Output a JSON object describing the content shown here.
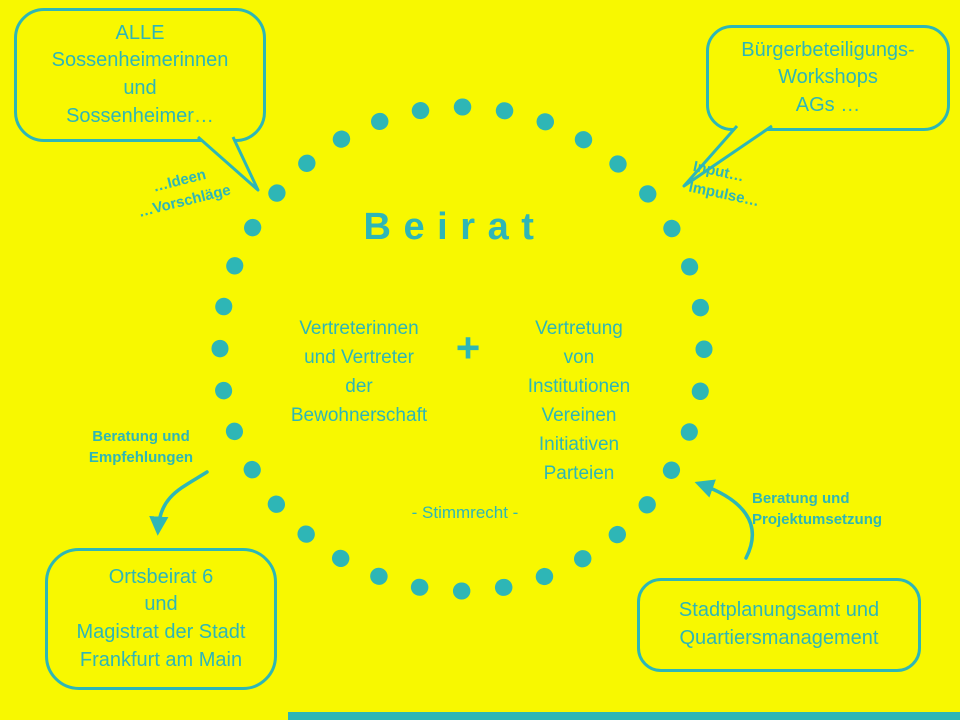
{
  "colors": {
    "background": "#F8F800",
    "teal": "#2EB6B6"
  },
  "bubbles": {
    "top_left": {
      "lines": [
        "ALLE",
        "Sossenheimerinnen",
        "und",
        "Sossenheimer…"
      ]
    },
    "top_right": {
      "lines": [
        "Bürgerbeteiligungs-",
        "Workshops",
        "AGs …"
      ]
    },
    "bottom_left": {
      "lines": [
        "Ortsbeirat 6",
        "und",
        "Magistrat der Stadt",
        "Frankfurt am Main"
      ]
    },
    "bottom_right": {
      "lines": [
        "Stadtplanungsamt und",
        "Quartiersmanagement"
      ]
    }
  },
  "labels": {
    "ideen": {
      "lines": [
        "…Ideen",
        "…Vorschläge"
      ]
    },
    "input": {
      "lines": [
        "Input…",
        "Impulse…"
      ]
    },
    "beratung_links": {
      "lines": [
        "Beratung und",
        "Empfehlungen"
      ]
    },
    "beratung_rechts": {
      "lines": [
        "Beratung und",
        "Projektumsetzung"
      ]
    }
  },
  "circle": {
    "title": "Beirat",
    "left_column": [
      "Vertreterinnen",
      "und Vertreter",
      "der",
      "Bewohnerschaft"
    ],
    "plus": "+",
    "right_column": [
      "Vertretung",
      "von",
      "Institutionen",
      "Vereinen",
      "Initiativen",
      "Parteien"
    ],
    "footer": "- Stimmrecht -"
  }
}
